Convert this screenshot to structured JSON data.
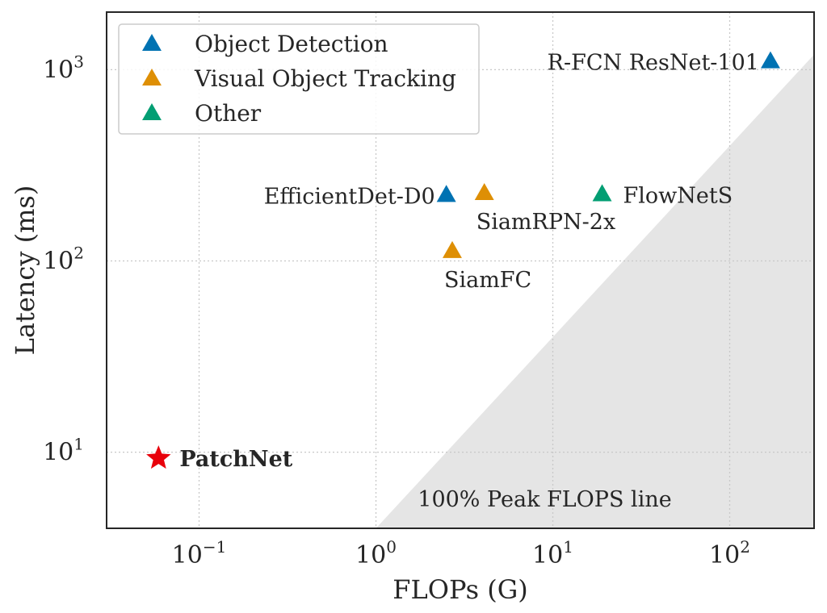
{
  "chart_data": {
    "type": "scatter",
    "xlabel": "FLOPs (G)",
    "ylabel": "Latency (ms)",
    "xscale": "log",
    "yscale": "log",
    "xlim": [
      0.03,
      300
    ],
    "ylim": [
      4,
      2000
    ],
    "grid": true,
    "legend_position": "top-left",
    "x_ticks": [
      {
        "value": 0.1,
        "base": "10",
        "exp": "−1"
      },
      {
        "value": 1,
        "base": "10",
        "exp": "0"
      },
      {
        "value": 10,
        "base": "10",
        "exp": "1"
      },
      {
        "value": 100,
        "base": "10",
        "exp": "2"
      }
    ],
    "y_ticks": [
      {
        "value": 10,
        "base": "10",
        "exp": "1"
      },
      {
        "value": 100,
        "base": "10",
        "exp": "2"
      },
      {
        "value": 1000,
        "base": "10",
        "exp": "3"
      }
    ],
    "series": [
      {
        "name": "Object Detection",
        "color": "#0072b2",
        "marker": "triangle",
        "points": [
          {
            "label": "R-FCN ResNet-101",
            "x": 170,
            "y": 1100,
            "label_pos": "left"
          },
          {
            "label": "EfficientDet-D0",
            "x": 2.5,
            "y": 220,
            "label_pos": "left"
          }
        ]
      },
      {
        "name": "Visual Object Tracking",
        "color": "#de8f05",
        "marker": "triangle",
        "points": [
          {
            "label": "SiamRPN-2x",
            "x": 4.1,
            "y": 225,
            "label_pos": "below"
          },
          {
            "label": "SiamFC",
            "x": 2.7,
            "y": 112,
            "label_pos": "below"
          }
        ]
      },
      {
        "name": "Other",
        "color": "#029e73",
        "marker": "triangle",
        "points": [
          {
            "label": "FlowNetS",
            "x": 19,
            "y": 222,
            "label_pos": "right"
          }
        ]
      }
    ],
    "highlight": {
      "label": "PatchNet",
      "x": 0.059,
      "y": 9.3,
      "color": "#e8000b",
      "marker": "star"
    },
    "region": {
      "label": "100% Peak FLOPS line",
      "color": "#e5e5e5",
      "line_points": [
        [
          1,
          4
        ],
        [
          300,
          1200
        ]
      ]
    }
  }
}
